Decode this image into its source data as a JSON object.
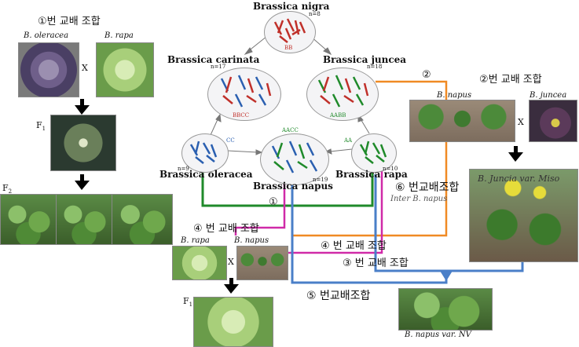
{
  "left": {
    "title_cross1": "①번 교배 조합",
    "parent1": "B. oleracea",
    "parent2": "B. rapa",
    "cross_mark": "X",
    "f1": "F",
    "f1_sub": "1",
    "f2": "F",
    "f2_sub": "2"
  },
  "triangle": {
    "nigra": "Brassica nigra",
    "nigra_n": "n=8",
    "nigra_genome": "BB",
    "carinata": "Brassica carinata",
    "carinata_n": "n=17",
    "carinata_genome": "BBCC",
    "juncea": "Brassica juncea",
    "juncea_n": "n=18",
    "juncea_genome": "AABB",
    "oleracea": "Brassica oleracea",
    "oleracea_n": "n=9",
    "oleracea_genome": "CC",
    "napus": "Brassica napus",
    "napus_n": "n=19",
    "napus_genome": "AACC",
    "rapa": "Brassica rapa",
    "rapa_n": "n=10",
    "rapa_genome": "AA"
  },
  "right": {
    "num2": "②",
    "title_cross2": "②번 교배 조합",
    "parent1": "B. napus",
    "parent2": "B. juncea",
    "cross_mark": "X",
    "offspring": "B. Juncia var. Miso",
    "title_cross6": "⑥ 번교배조합",
    "inter": "Inter B. napus"
  },
  "bottom": {
    "num1": "①",
    "title_cross4_left": "④ 번 교배 조합",
    "parent1": "B. rapa",
    "parent2": "B. napus",
    "cross_mark": "X",
    "f1": "F",
    "f1_sub": "1",
    "title_cross4_mid": "④ 번 교배 조합",
    "title_cross3": "③ 번 교배 조합",
    "title_cross5": "⑤ 번교배조합",
    "result": "B. napus var. NV"
  },
  "colors": {
    "green_line": "#1f8a2a",
    "orange_line": "#f08a24",
    "magenta_line": "#d02aa8",
    "blue_line": "#4a7fc8",
    "genome_red": "#c0302a",
    "genome_blue": "#2a5fb0",
    "genome_green": "#1f8a2a"
  }
}
